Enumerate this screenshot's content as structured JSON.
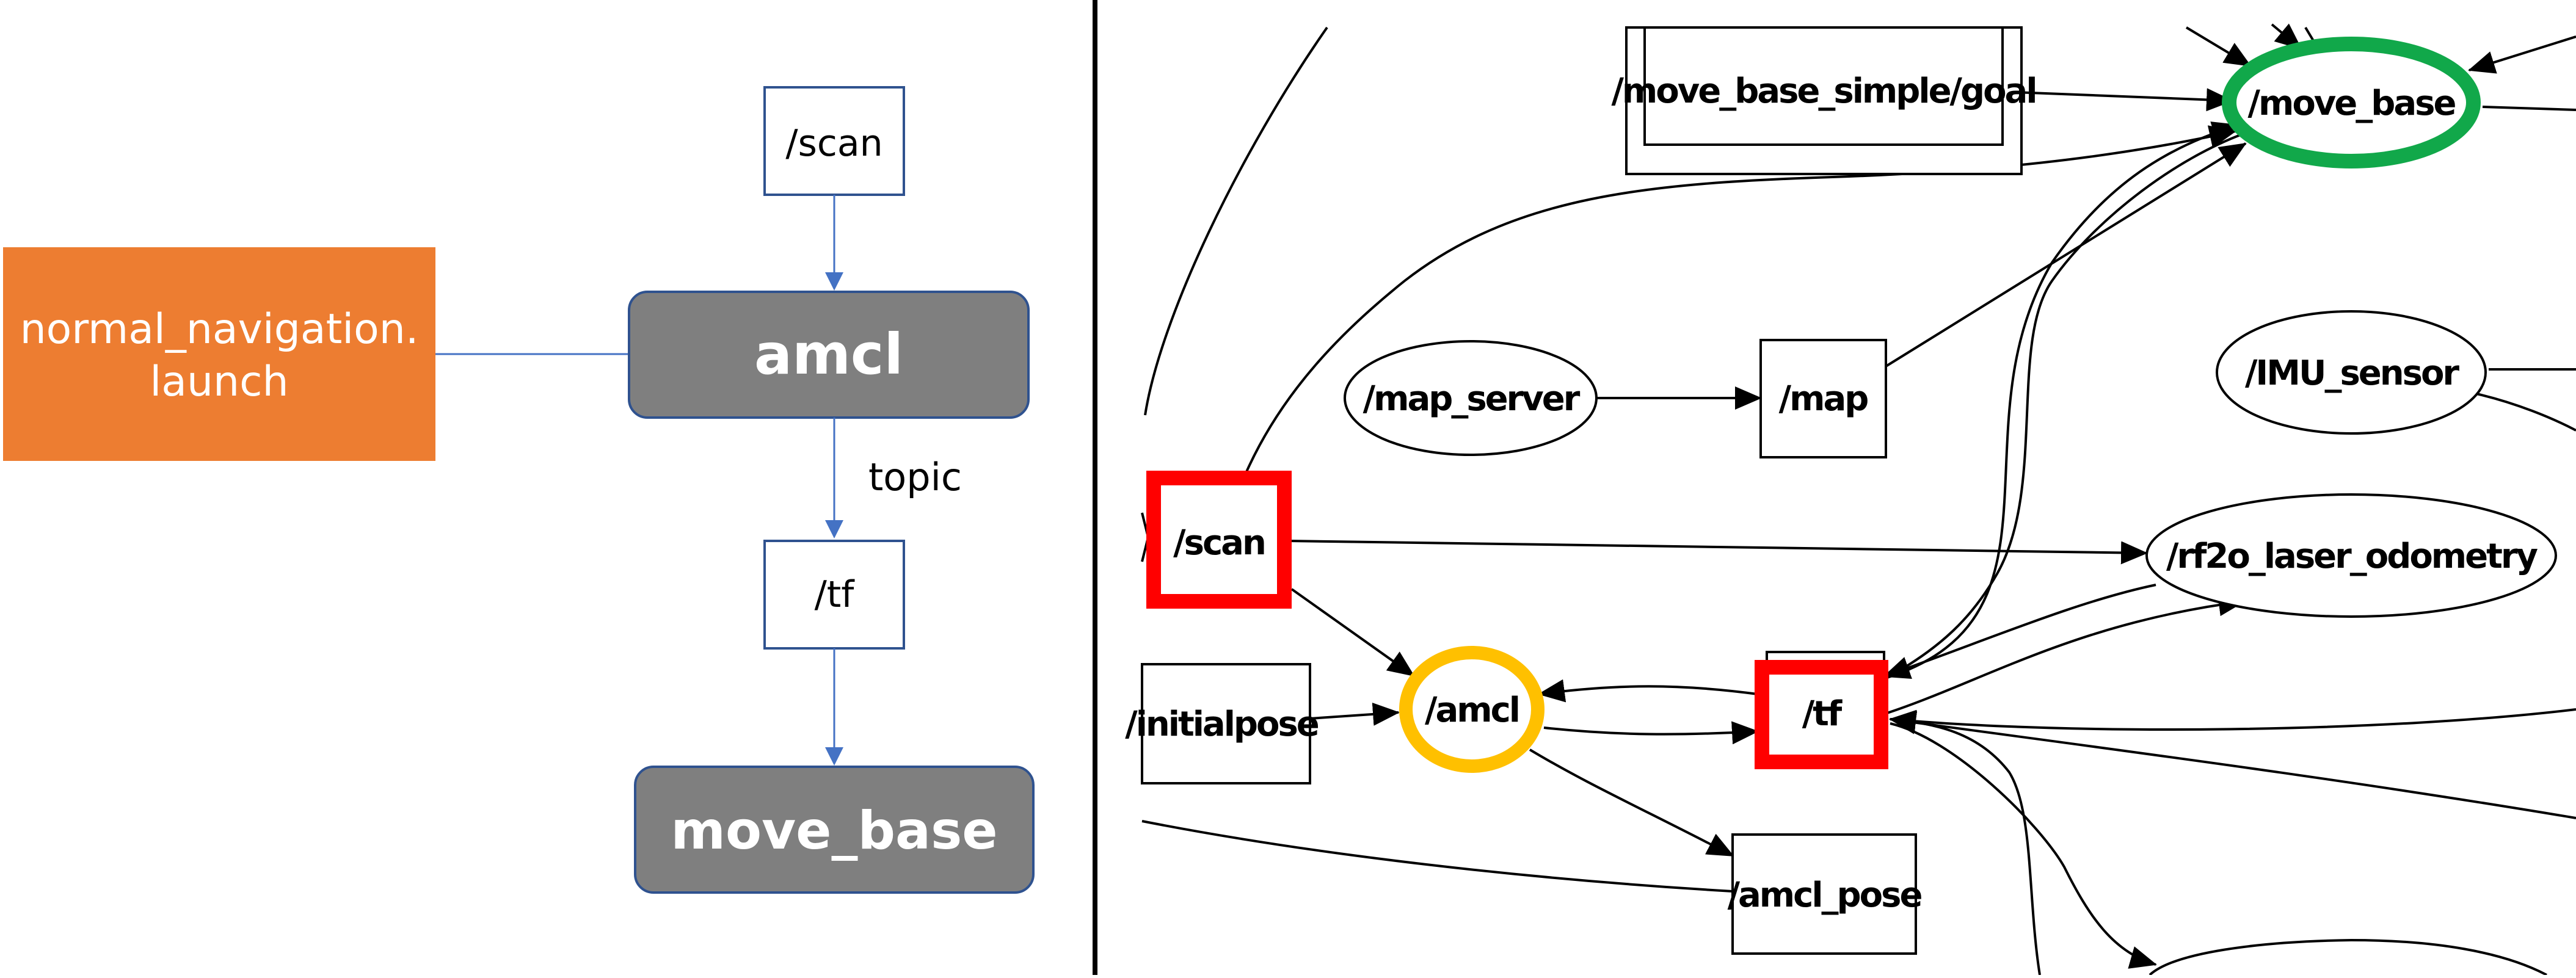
{
  "left_diagram": {
    "launch_file": [
      "normal_navigation.",
      "launch"
    ],
    "scan_label": "/scan",
    "amcl_label": "amcl",
    "topic_label": "topic",
    "tf_label": "/tf",
    "move_base_label": "move_base",
    "colors": {
      "launch_fill": "#ED7D31",
      "node_fill": "#7F7F7F",
      "node_border": "#2F528F",
      "arrow": "#4472C4"
    }
  },
  "rqt_graph": {
    "nodes": {
      "move_base_simple_goal": "/move_base_simple/goal",
      "move_base": "/move_base",
      "map_server": "/map_server",
      "map": "/map",
      "imu_sensor": "/IMU_sensor",
      "scan": "/scan",
      "rf2o_laser_odometry": "/rf2o_laser_odometry",
      "initialpose": "/initialpose",
      "amcl": "/amcl",
      "tf": "/tf",
      "amcl_pose": "/amcl_pose"
    },
    "highlight_colors": {
      "move_base": "#11A84A",
      "amcl": "#FFC000",
      "topics": "#FF0000"
    }
  }
}
